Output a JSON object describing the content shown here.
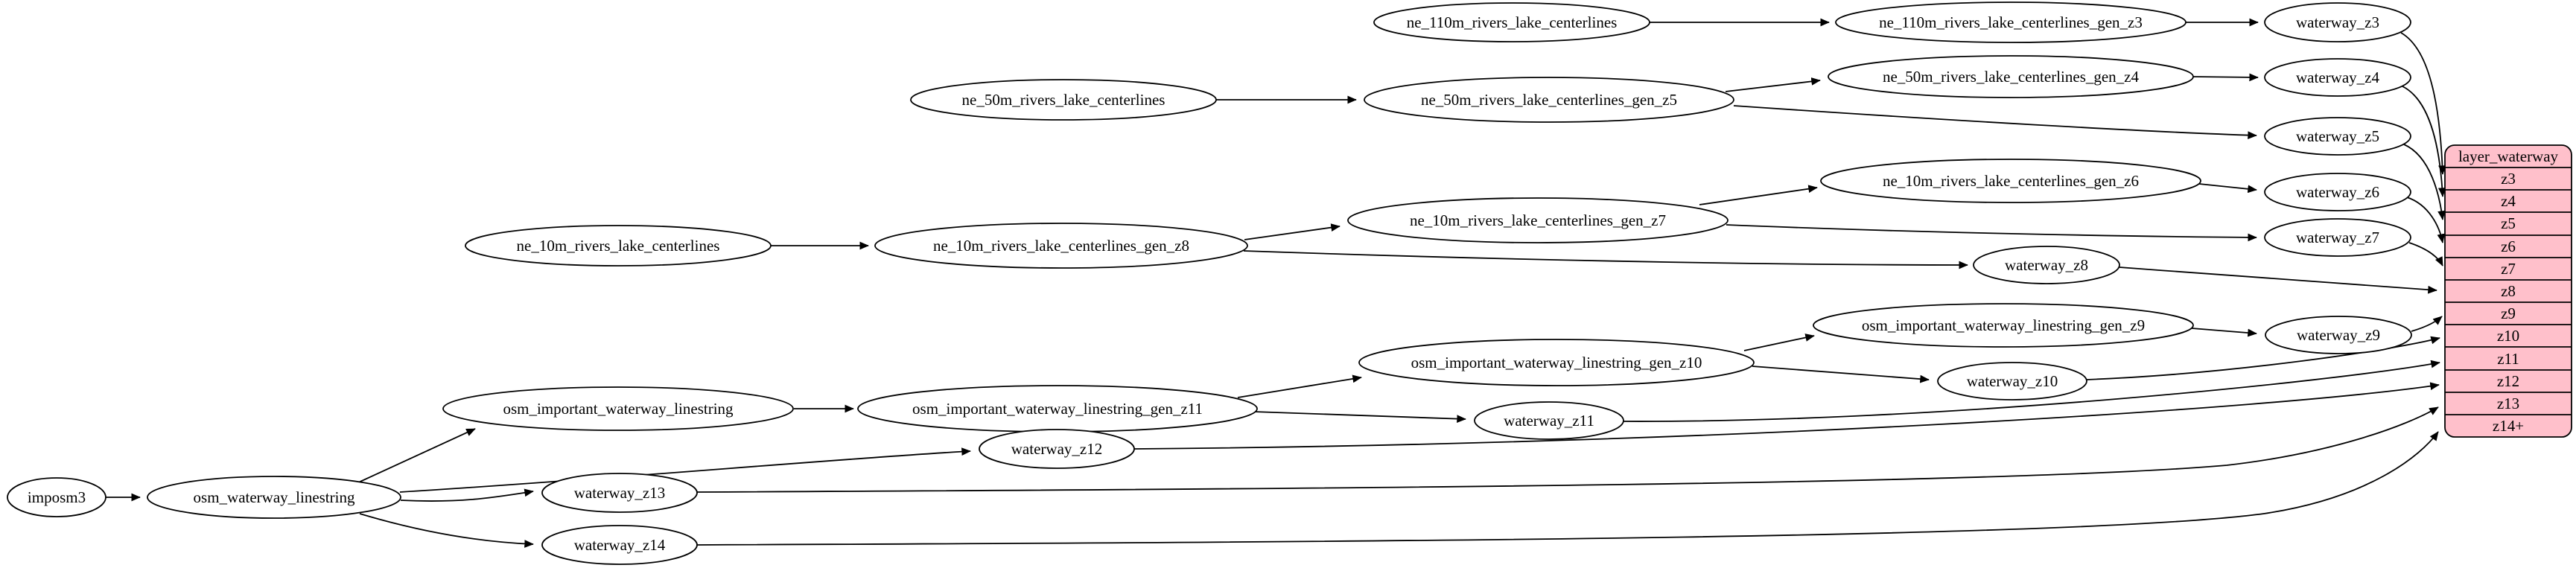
{
  "diagram": {
    "background": "#ffffff",
    "node_fill": "#ffffff",
    "node_stroke": "#000000",
    "table_fill": "#ffc0cb",
    "nodes": {
      "imposm3": {
        "label": "imposm3"
      },
      "osm_waterway_linestring": {
        "label": "osm_waterway_linestring"
      },
      "osm_important_waterway_linestring": {
        "label": "osm_important_waterway_linestring"
      },
      "osm_important_waterway_linestring_gen_z11": {
        "label": "osm_important_waterway_linestring_gen_z11"
      },
      "osm_important_waterway_linestring_gen_z10": {
        "label": "osm_important_waterway_linestring_gen_z10"
      },
      "osm_important_waterway_linestring_gen_z9": {
        "label": "osm_important_waterway_linestring_gen_z9"
      },
      "ne_110m_rivers_lake_centerlines": {
        "label": "ne_110m_rivers_lake_centerlines"
      },
      "ne_110m_rivers_lake_centerlines_gen_z3": {
        "label": "ne_110m_rivers_lake_centerlines_gen_z3"
      },
      "ne_50m_rivers_lake_centerlines": {
        "label": "ne_50m_rivers_lake_centerlines"
      },
      "ne_50m_rivers_lake_centerlines_gen_z5": {
        "label": "ne_50m_rivers_lake_centerlines_gen_z5"
      },
      "ne_50m_rivers_lake_centerlines_gen_z4": {
        "label": "ne_50m_rivers_lake_centerlines_gen_z4"
      },
      "ne_10m_rivers_lake_centerlines": {
        "label": "ne_10m_rivers_lake_centerlines"
      },
      "ne_10m_rivers_lake_centerlines_gen_z8": {
        "label": "ne_10m_rivers_lake_centerlines_gen_z8"
      },
      "ne_10m_rivers_lake_centerlines_gen_z7": {
        "label": "ne_10m_rivers_lake_centerlines_gen_z7"
      },
      "ne_10m_rivers_lake_centerlines_gen_z6": {
        "label": "ne_10m_rivers_lake_centerlines_gen_z6"
      },
      "waterway_z3": {
        "label": "waterway_z3"
      },
      "waterway_z4": {
        "label": "waterway_z4"
      },
      "waterway_z5": {
        "label": "waterway_z5"
      },
      "waterway_z6": {
        "label": "waterway_z6"
      },
      "waterway_z7": {
        "label": "waterway_z7"
      },
      "waterway_z8": {
        "label": "waterway_z8"
      },
      "waterway_z9": {
        "label": "waterway_z9"
      },
      "waterway_z10": {
        "label": "waterway_z10"
      },
      "waterway_z11": {
        "label": "waterway_z11"
      },
      "waterway_z12": {
        "label": "waterway_z12"
      },
      "waterway_z13": {
        "label": "waterway_z13"
      },
      "waterway_z14": {
        "label": "waterway_z14"
      }
    },
    "table": {
      "title": "layer_waterway",
      "rows": [
        "z3",
        "z4",
        "z5",
        "z6",
        "z7",
        "z8",
        "z9",
        "z10",
        "z11",
        "z12",
        "z13",
        "z14+"
      ]
    },
    "edges": [
      {
        "from": "imposm3",
        "to": "osm_waterway_linestring"
      },
      {
        "from": "osm_waterway_linestring",
        "to": "osm_important_waterway_linestring"
      },
      {
        "from": "osm_waterway_linestring",
        "to": "waterway_z12"
      },
      {
        "from": "osm_waterway_linestring",
        "to": "waterway_z13"
      },
      {
        "from": "osm_waterway_linestring",
        "to": "waterway_z14"
      },
      {
        "from": "osm_important_waterway_linestring",
        "to": "osm_important_waterway_linestring_gen_z11"
      },
      {
        "from": "osm_important_waterway_linestring_gen_z11",
        "to": "osm_important_waterway_linestring_gen_z10"
      },
      {
        "from": "osm_important_waterway_linestring_gen_z11",
        "to": "waterway_z11"
      },
      {
        "from": "osm_important_waterway_linestring_gen_z10",
        "to": "osm_important_waterway_linestring_gen_z9"
      },
      {
        "from": "osm_important_waterway_linestring_gen_z10",
        "to": "waterway_z10"
      },
      {
        "from": "osm_important_waterway_linestring_gen_z9",
        "to": "waterway_z9"
      },
      {
        "from": "ne_110m_rivers_lake_centerlines",
        "to": "ne_110m_rivers_lake_centerlines_gen_z3"
      },
      {
        "from": "ne_110m_rivers_lake_centerlines_gen_z3",
        "to": "waterway_z3"
      },
      {
        "from": "ne_50m_rivers_lake_centerlines",
        "to": "ne_50m_rivers_lake_centerlines_gen_z5"
      },
      {
        "from": "ne_50m_rivers_lake_centerlines_gen_z5",
        "to": "ne_50m_rivers_lake_centerlines_gen_z4"
      },
      {
        "from": "ne_50m_rivers_lake_centerlines_gen_z5",
        "to": "waterway_z5"
      },
      {
        "from": "ne_50m_rivers_lake_centerlines_gen_z4",
        "to": "waterway_z4"
      },
      {
        "from": "ne_10m_rivers_lake_centerlines",
        "to": "ne_10m_rivers_lake_centerlines_gen_z8"
      },
      {
        "from": "ne_10m_rivers_lake_centerlines_gen_z8",
        "to": "ne_10m_rivers_lake_centerlines_gen_z7"
      },
      {
        "from": "ne_10m_rivers_lake_centerlines_gen_z8",
        "to": "waterway_z8"
      },
      {
        "from": "ne_10m_rivers_lake_centerlines_gen_z7",
        "to": "ne_10m_rivers_lake_centerlines_gen_z6"
      },
      {
        "from": "ne_10m_rivers_lake_centerlines_gen_z7",
        "to": "waterway_z7"
      },
      {
        "from": "ne_10m_rivers_lake_centerlines_gen_z6",
        "to": "waterway_z6"
      },
      {
        "from": "waterway_z3",
        "to": "layer_waterway.z3"
      },
      {
        "from": "waterway_z4",
        "to": "layer_waterway.z4"
      },
      {
        "from": "waterway_z5",
        "to": "layer_waterway.z5"
      },
      {
        "from": "waterway_z6",
        "to": "layer_waterway.z6"
      },
      {
        "from": "waterway_z7",
        "to": "layer_waterway.z7"
      },
      {
        "from": "waterway_z8",
        "to": "layer_waterway.z8"
      },
      {
        "from": "waterway_z9",
        "to": "layer_waterway.z9"
      },
      {
        "from": "waterway_z10",
        "to": "layer_waterway.z10"
      },
      {
        "from": "waterway_z11",
        "to": "layer_waterway.z11"
      },
      {
        "from": "waterway_z12",
        "to": "layer_waterway.z12"
      },
      {
        "from": "waterway_z13",
        "to": "layer_waterway.z13"
      },
      {
        "from": "waterway_z14",
        "to": "layer_waterway.z14+"
      }
    ]
  }
}
